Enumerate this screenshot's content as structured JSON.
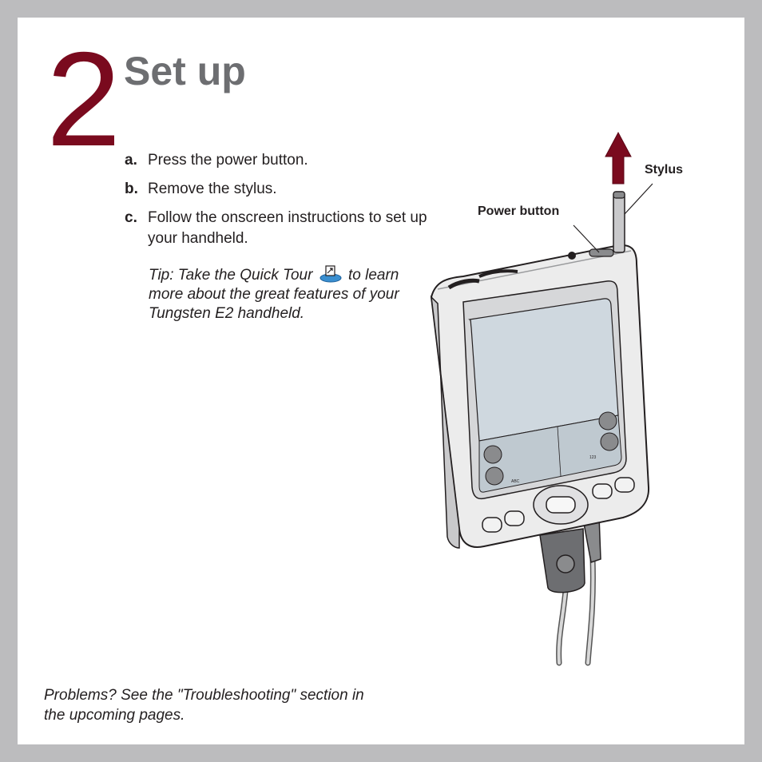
{
  "step": {
    "number": "2",
    "title": "Set up"
  },
  "instructions": [
    {
      "letter": "a.",
      "text": "Press the power button."
    },
    {
      "letter": "b.",
      "text": "Remove the stylus."
    },
    {
      "letter": "c.",
      "text": "Follow the onscreen instructions to set up your handheld."
    }
  ],
  "tip": {
    "before_icon": "Tip: Take the Quick Tour",
    "icon": "quick-tour-icon",
    "after_icon": "to learn more about the great features of your Tungsten E2 handheld."
  },
  "callouts": {
    "stylus": "Stylus",
    "power_button": "Power button"
  },
  "screen_labels": {
    "abc": "ABC",
    "num": "123"
  },
  "footer": {
    "problems": "Problems?  See the \"Troubleshooting\" section in the upcoming pages."
  },
  "colors": {
    "accent": "#7a0a1e",
    "title_gray": "#6d6e71",
    "frame_gray": "#bcbcbe"
  }
}
